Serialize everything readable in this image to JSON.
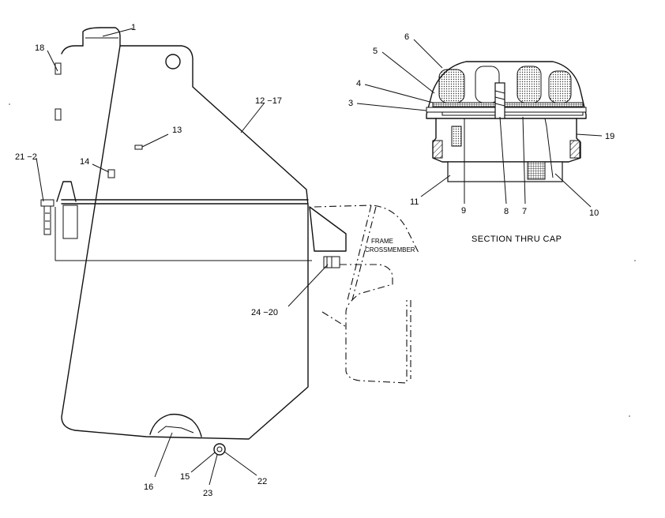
{
  "callouts": {
    "c1": "1",
    "c18": "18",
    "c12_17": "12 −17",
    "c13": "13",
    "c14": "14",
    "c21_2": "21 −2",
    "c24_20": "24 −20",
    "c16": "16",
    "c15": "15",
    "c23": "23",
    "c22": "22",
    "c6": "6",
    "c5": "5",
    "c4": "4",
    "c3": "3",
    "c19": "19",
    "c11": "11",
    "c9": "9",
    "c8": "8",
    "c7": "7",
    "c10": "10"
  },
  "labels": {
    "frame_line1": "FRAME",
    "frame_line2": "CROSSMEMBER",
    "section_caption": "SECTION THRU CAP"
  }
}
